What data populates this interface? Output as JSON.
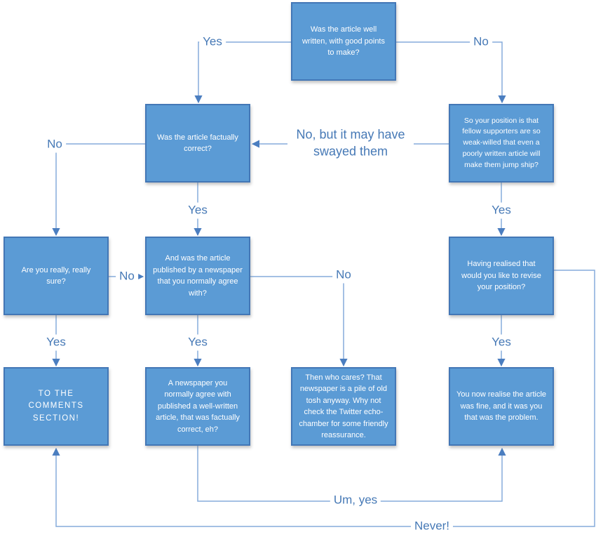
{
  "diagram": {
    "kind": "flowchart",
    "topic": "Deciding whether to comment on an article"
  },
  "colors": {
    "node_fill": "#5B9BD5",
    "node_border": "#4377B6",
    "node_text": "#FFFFFF",
    "connector_line": "#85ACDC",
    "arrowhead": "#4B7EC0",
    "edge_label_text": "#4679B6",
    "background": "#FFFFFF"
  },
  "nodes": [
    {
      "id": "well-written",
      "text": "Was the article well written, with good points to make?"
    },
    {
      "id": "factually-correct",
      "text": "Was the article factually correct?"
    },
    {
      "id": "weak-willed",
      "text": "So your position is that fellow supporters are so weak-willed that even a poorly written article will make them jump ship?"
    },
    {
      "id": "really-sure",
      "text": "Are you really, really sure?"
    },
    {
      "id": "newspaper-agree",
      "text": "And was the article published by a newspaper that you normally agree with?"
    },
    {
      "id": "revise-position",
      "text": "Having realised that would you like to revise your position?"
    },
    {
      "id": "comments-section",
      "text": "TO THE COMMENTS SECTION!"
    },
    {
      "id": "summary-eh",
      "text": "A newspaper you normally agree with published a well-written article, that was factually correct, eh?"
    },
    {
      "id": "who-cares",
      "text": "Then who cares?  That newspaper is a pile of old tosh anyway.  Why not check the Twitter echo-chamber for some friendly reassurance."
    },
    {
      "id": "you-were-problem",
      "text": "You now realise the article was fine, and it was you that was the problem."
    }
  ],
  "labels": [
    {
      "id": "yes-well-written",
      "text": "Yes"
    },
    {
      "id": "no-well-written",
      "text": "No"
    },
    {
      "id": "no-but-swayed",
      "text": "No, but it may have swayed them"
    },
    {
      "id": "no-factually-correct",
      "text": "No"
    },
    {
      "id": "yes-factually-correct",
      "text": "Yes"
    },
    {
      "id": "yes-weak-willed",
      "text": "Yes"
    },
    {
      "id": "no-really-sure",
      "text": "No"
    },
    {
      "id": "no-newspaper-agree",
      "text": "No"
    },
    {
      "id": "yes-really-sure",
      "text": "Yes"
    },
    {
      "id": "yes-newspaper-agree",
      "text": "Yes"
    },
    {
      "id": "yes-revise-position",
      "text": "Yes"
    },
    {
      "id": "um-yes",
      "text": "Um, yes"
    },
    {
      "id": "never",
      "text": "Never!"
    }
  ]
}
